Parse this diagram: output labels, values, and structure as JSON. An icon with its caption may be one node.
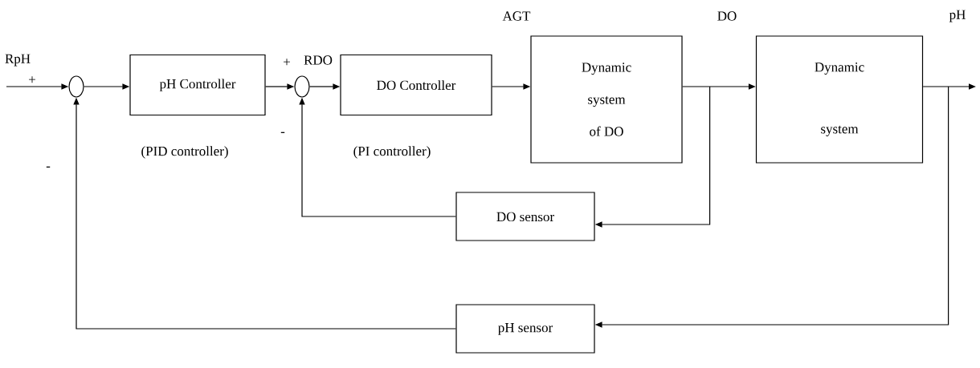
{
  "diagram": {
    "nodes": [
      {
        "text": [],
        "shape": "circle"
      },
      {
        "text": [
          "pH Controller"
        ],
        "beside": [
          "(PID controller)"
        ]
      },
      {
        "text": [],
        "shape": "circle"
      },
      {
        "text": [
          "DO Controller"
        ],
        "beside": [
          "(PI controller)"
        ]
      },
      {
        "text": [
          "Dynamic system of DO"
        ]
      },
      {
        "text": [
          "Dynamic system"
        ]
      },
      {
        "text": [
          "DO sensor"
        ]
      },
      {
        "text": [
          "pH sensor"
        ]
      }
    ],
    "edges": [
      {
        "from": null,
        "to": 0,
        "arrow": "to"
      },
      {
        "from": 0,
        "to": 1,
        "arrow": "to"
      },
      {
        "from": 1,
        "to": 2,
        "arrow": "to"
      },
      {
        "from": 2,
        "to": 3,
        "arrow": "to"
      },
      {
        "from": 3,
        "to": 4,
        "arrow": "to"
      },
      {
        "from": 4,
        "to": 5,
        "arrow": "to"
      },
      {
        "from": 5,
        "to": null,
        "arrow": "to"
      },
      {
        "from": 4,
        "to": 6,
        "arrow": "to"
      },
      {
        "from": 6,
        "to": 2,
        "arrow": "to"
      },
      {
        "from": 5,
        "to": 7,
        "arrow": "to"
      },
      {
        "from": 7,
        "to": 0,
        "arrow": "to"
      }
    ],
    "labels": [
      "AGT",
      "DO",
      "pH",
      "RpH",
      "RDO",
      "+",
      "+",
      "-",
      "-"
    ]
  }
}
